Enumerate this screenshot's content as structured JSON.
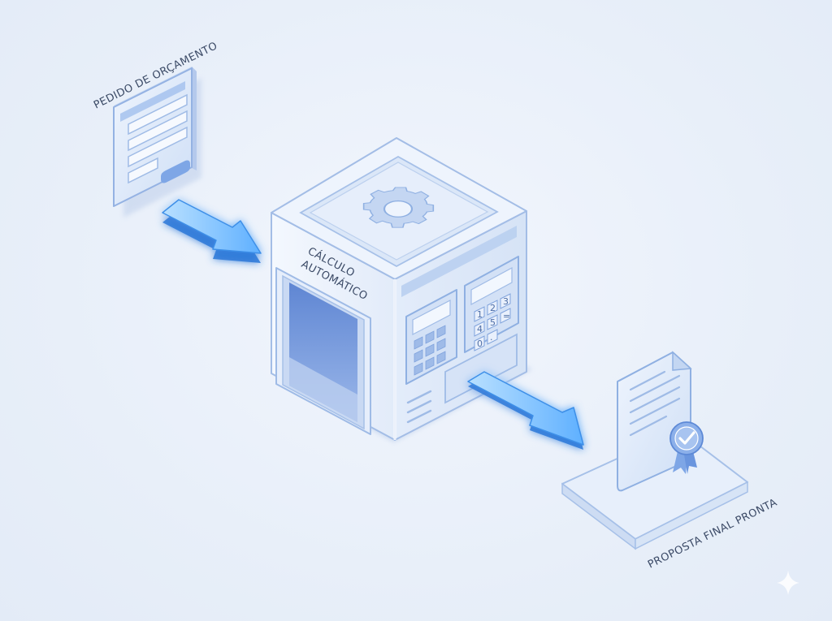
{
  "labels": {
    "input": "PEDIDO DE ORÇAMENTO",
    "process_line1": "CÁLCULO",
    "process_line2": "AUTOMÁTICO",
    "output": "PROPOSTA FINAL PRONTA"
  },
  "calculator_keys": [
    "1",
    "2",
    "3",
    "4",
    "5",
    "=",
    "0",
    "."
  ],
  "icons": {
    "input": "form-document-icon",
    "process": "gear-icon",
    "output": "certified-document-icon",
    "watermark": "sparkle-icon"
  },
  "colors": {
    "background": "#e8eff9",
    "arrow": "#4a9df0",
    "panel_stroke": "#9db8e6",
    "door": "#6f93d9"
  }
}
